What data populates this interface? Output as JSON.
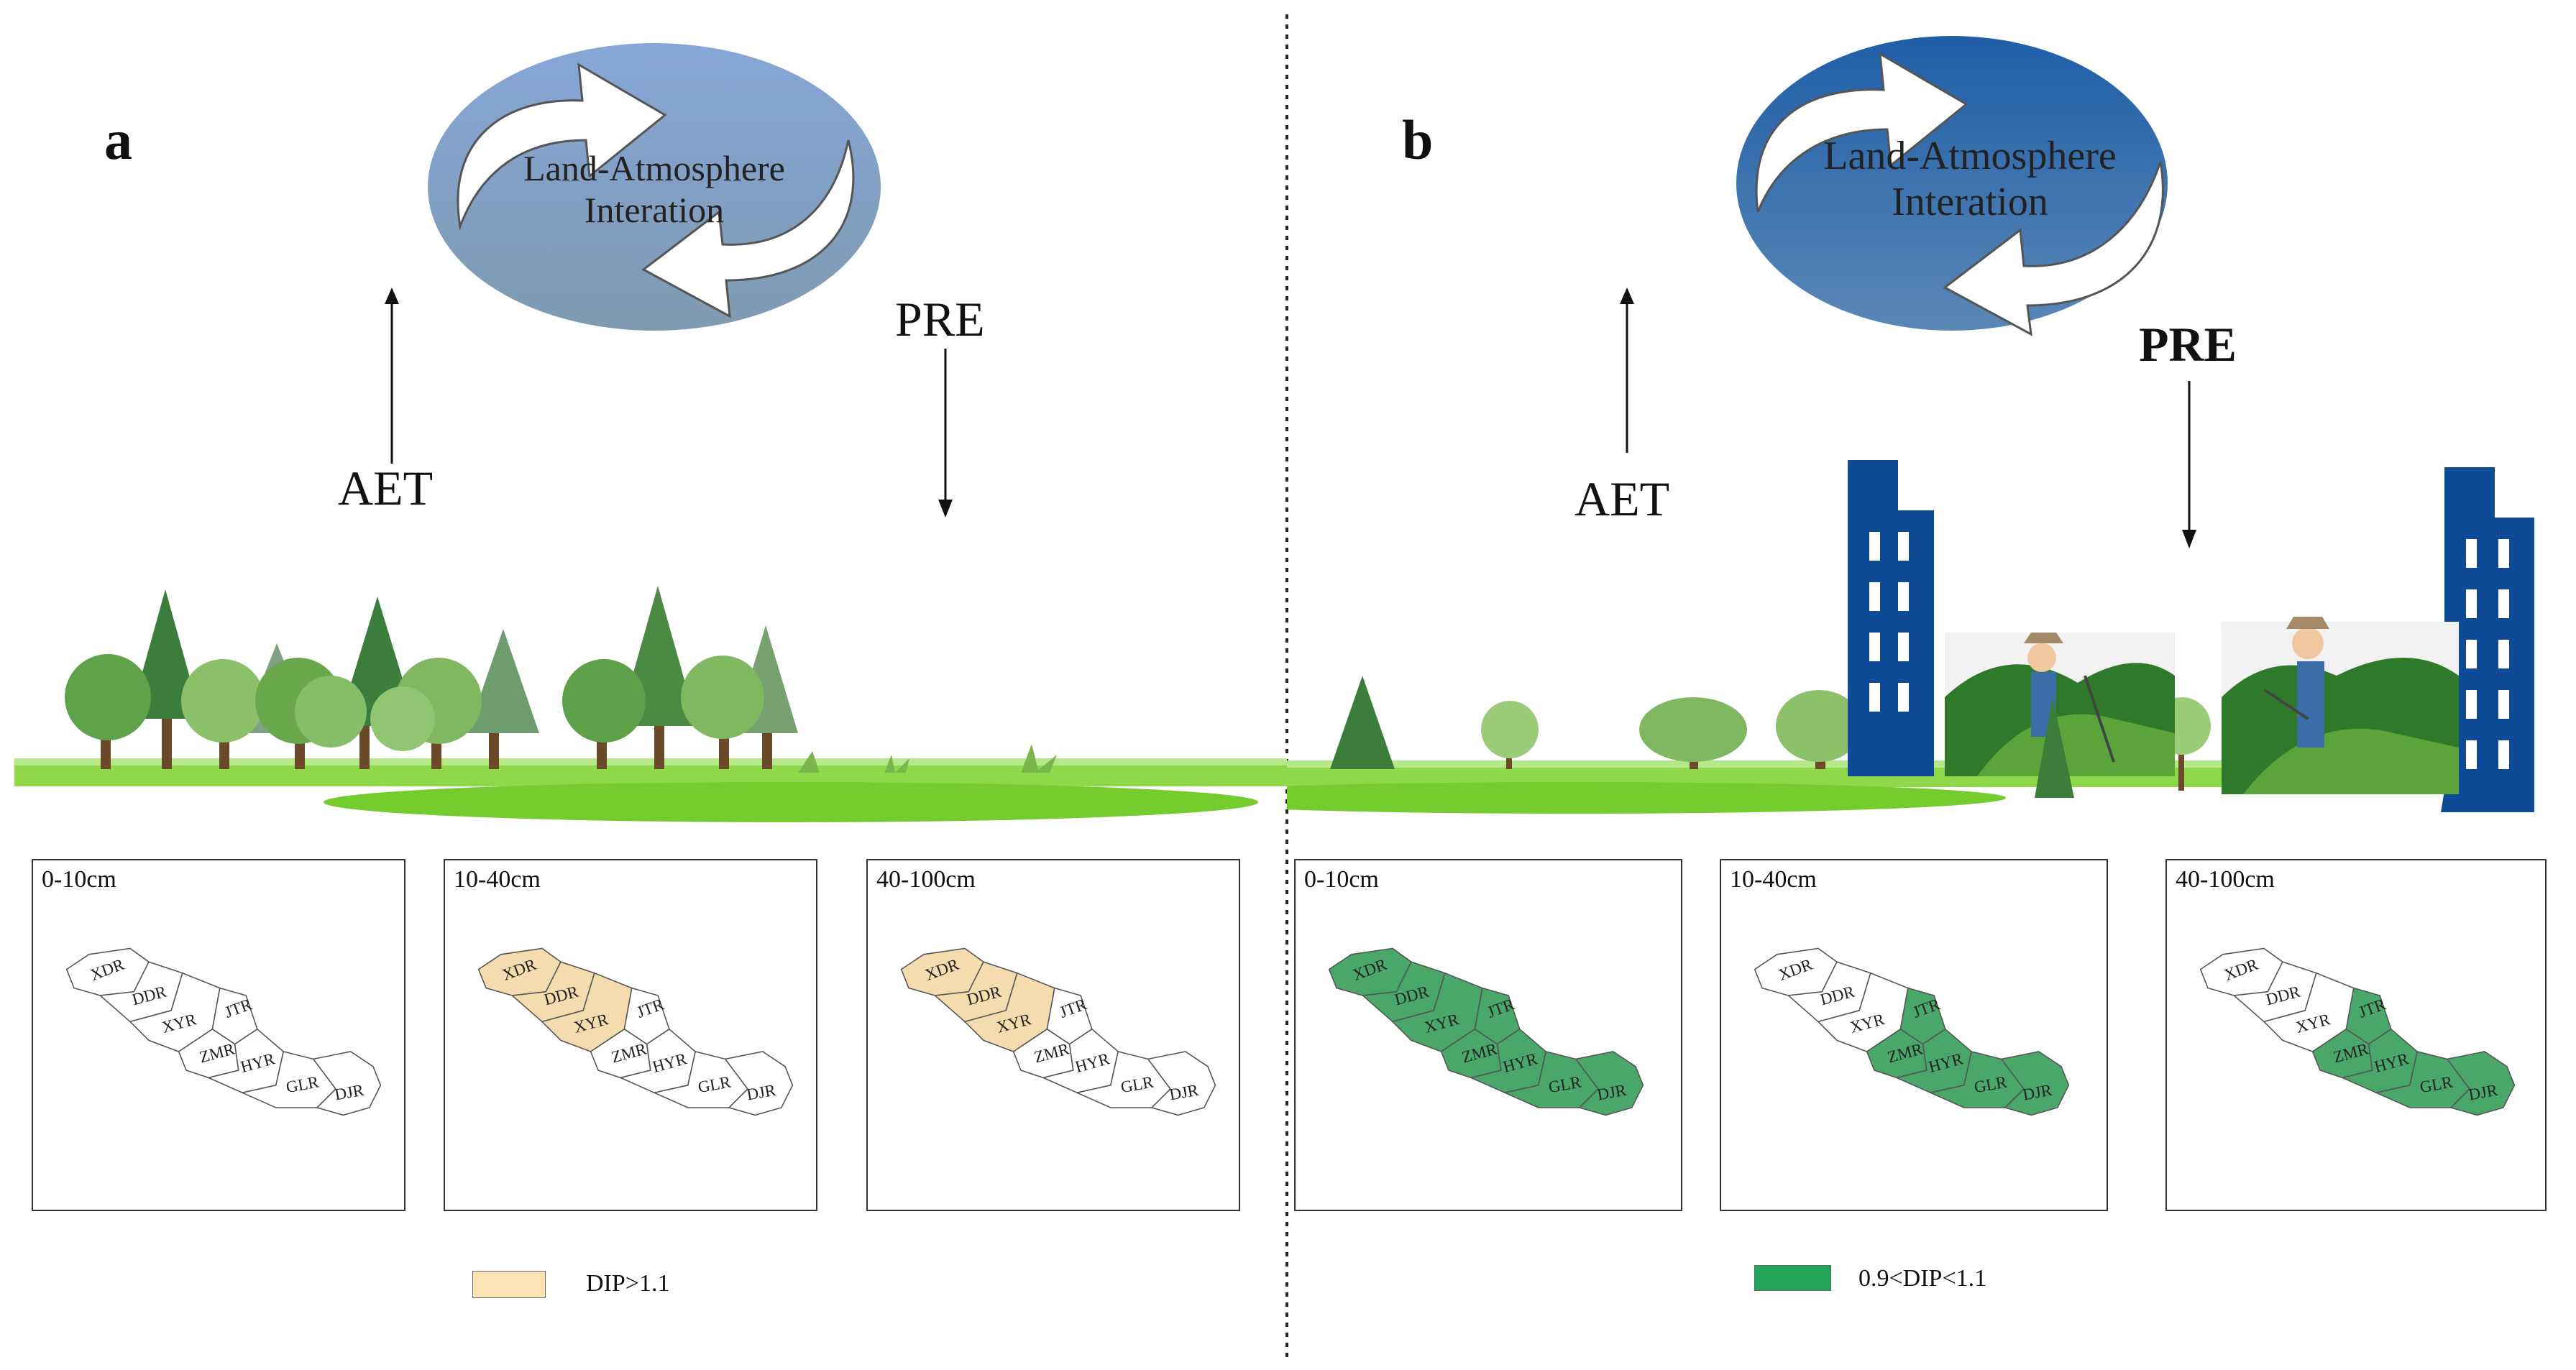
{
  "panels": {
    "a": {
      "letter": "a",
      "bubble_text_line1": "Land-Atmosphere",
      "bubble_text_line2": "Interation",
      "aet_label": "AET",
      "pre_label": "PRE",
      "maps": [
        {
          "depth": "0-10cm",
          "highlighted": []
        },
        {
          "depth": "10-40cm",
          "highlighted": [
            "XDR",
            "DDR",
            "XYR"
          ]
        },
        {
          "depth": "40-100cm",
          "highlighted": [
            "XDR",
            "DDR",
            "XYR"
          ]
        }
      ],
      "legend_label": "DIP>1.1",
      "legend_color": "#fbe3b3"
    },
    "b": {
      "letter": "b",
      "bubble_text_line1": "Land-Atmosphere",
      "bubble_text_line2": "Interation",
      "aet_label": "AET",
      "pre_label": "PRE",
      "maps": [
        {
          "depth": "0-10cm",
          "highlighted": [
            "XDR",
            "DDR",
            "XYR",
            "JTR",
            "ZMR",
            "HYR",
            "GLR",
            "DJR"
          ]
        },
        {
          "depth": "10-40cm",
          "highlighted": [
            "JTR",
            "ZMR",
            "HYR",
            "GLR",
            "DJR"
          ]
        },
        {
          "depth": "40-100cm",
          "highlighted": [
            "JTR",
            "ZMR",
            "HYR",
            "GLR",
            "DJR"
          ]
        }
      ],
      "legend_label": "0.9<DIP<1.1",
      "legend_color": "#23a55a"
    }
  },
  "regions": [
    "XDR",
    "DDR",
    "XYR",
    "JTR",
    "ZMR",
    "HYR",
    "GLR",
    "DJR"
  ],
  "colors": {
    "bubble_a": "#7f9ec9",
    "bubble_b": "#2f6fae",
    "building": "#0e4a96",
    "grass": "#7ed23b",
    "tree_dark": "#3b7d3a",
    "tree_light": "#7fb860",
    "map_green": "#4aa76a",
    "map_tan": "#f5dcae"
  }
}
